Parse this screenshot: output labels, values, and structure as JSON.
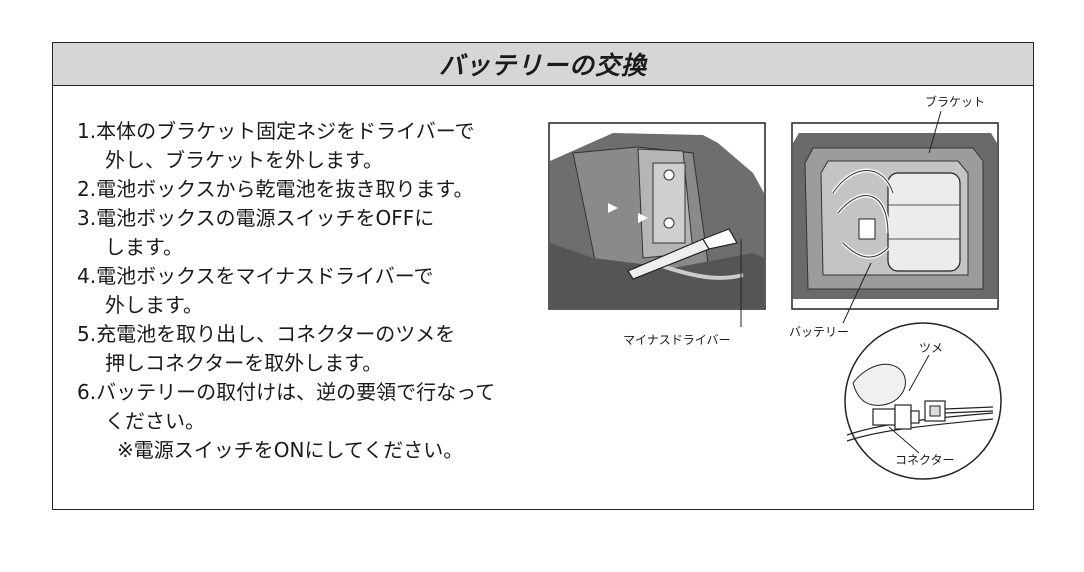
{
  "title": "バッテリーの交換",
  "steps": [
    {
      "num": "1.",
      "text": "本体のブラケット固定ネジをドライバーで",
      "cont": "外し、ブラケットを外します。"
    },
    {
      "num": "2.",
      "text": "電池ボックスから乾電池を抜き取ります。",
      "cont": ""
    },
    {
      "num": "3.",
      "text": "電池ボックスの電源スイッチをOFFに",
      "cont": "します。"
    },
    {
      "num": "4.",
      "text": "電池ボックスをマイナスドライバーで",
      "cont": "外します。"
    },
    {
      "num": "5.",
      "text": "充電池を取り出し、コネクターのツメを",
      "cont": "押しコネクターを取外します。"
    },
    {
      "num": "6.",
      "text": "バッテリーの取付けは、逆の要領で行なって",
      "cont": "ください。"
    }
  ],
  "note": "※電源スイッチをONにしてください。",
  "figure_labels": {
    "bracket": "ブラケット",
    "screwdriver": "マイナスドライバー",
    "battery": "バッテリー",
    "tab": "ツメ",
    "connector": "コネクター"
  }
}
